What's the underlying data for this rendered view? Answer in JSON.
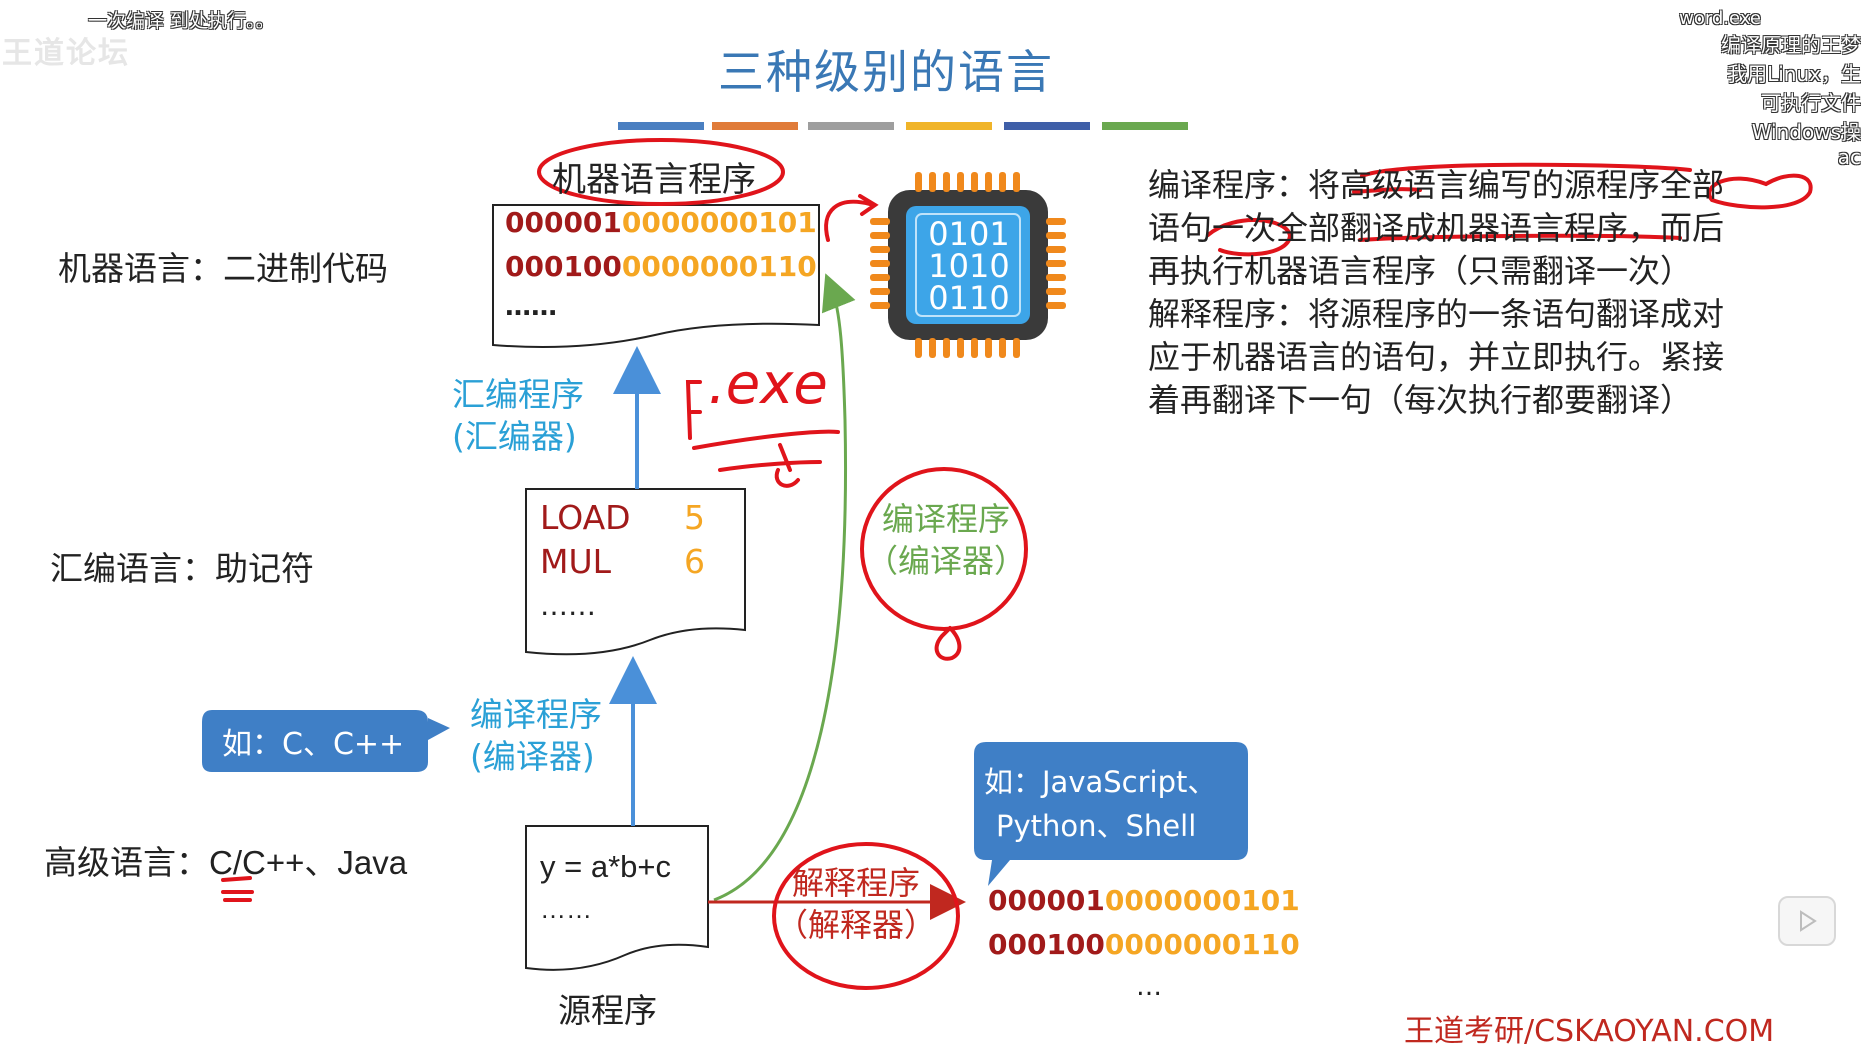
{
  "overlay": {
    "danmaku_left": "一次编译 到处执行。。",
    "watermark_logo": "王道论坛",
    "danmaku_right": [
      "word.exe",
      "编译原理的王梦",
      "我用Linux，生",
      "可执行文件",
      "Windows操",
      "ac"
    ]
  },
  "slide": {
    "title": "三种级别的语言",
    "colorbar": [
      "#4a7fc1",
      "#e07b39",
      "#9e9e9e",
      "#f0b429",
      "#3f5fa8",
      "#6aa84f"
    ],
    "levels": {
      "machine": "机器语言：二进制代码",
      "assembly": "汇编语言：助记符",
      "high_prefix": "高级语言：",
      "high_examples": "C/C++、Java"
    },
    "machine_box": {
      "label": "机器语言程序",
      "line1_dark": "000001",
      "line1_yellow": "0000000101",
      "line2_dark": "000100",
      "line2_yellow": "0000000110",
      "ellipsis": "……"
    },
    "chip": {
      "lines": [
        "0101",
        "1010",
        "0110"
      ]
    },
    "assembler_label": [
      "汇编程序",
      "(汇编器)"
    ],
    "exe_annotation": ".exe",
    "asm_box": {
      "op1": "LOAD",
      "val1": "5",
      "op2": "MUL",
      "val2": "6",
      "ellipsis": "……"
    },
    "compiler_label_green": [
      "编译程序",
      "（编译器）"
    ],
    "compiler_label_blue": [
      "编译程序",
      "(编译器)"
    ],
    "callout_c": "如：C、C++",
    "callout_script": [
      "如：JavaScript、",
      "Python、Shell"
    ],
    "source_box": {
      "code": "y = a*b+c",
      "ellipsis": "……",
      "label": "源程序"
    },
    "interpreter_label": [
      "解释程序",
      "（解释器）"
    ],
    "output_box": {
      "line1_dark": "000001",
      "line1_yellow": "0000000101",
      "line2_dark": "000100",
      "line2_yellow": "0000000110",
      "ellipsis": "…"
    },
    "explanation": {
      "lines": [
        "编译程序：将高级语言编写的源程序全部",
        "语句一次全部翻译成机器语言程序，而后",
        "再执行机器语言程序（只需翻译一次）",
        "解释程序：将源程序的一条语句翻译成对",
        "应于机器语言的语句，并立即执行。紧接",
        "着再翻译下一句（每次执行都要翻译）"
      ]
    },
    "footer_watermark": "王道考研/CSKAOYAN.COM"
  },
  "player": {
    "play_icon": "play-icon"
  }
}
